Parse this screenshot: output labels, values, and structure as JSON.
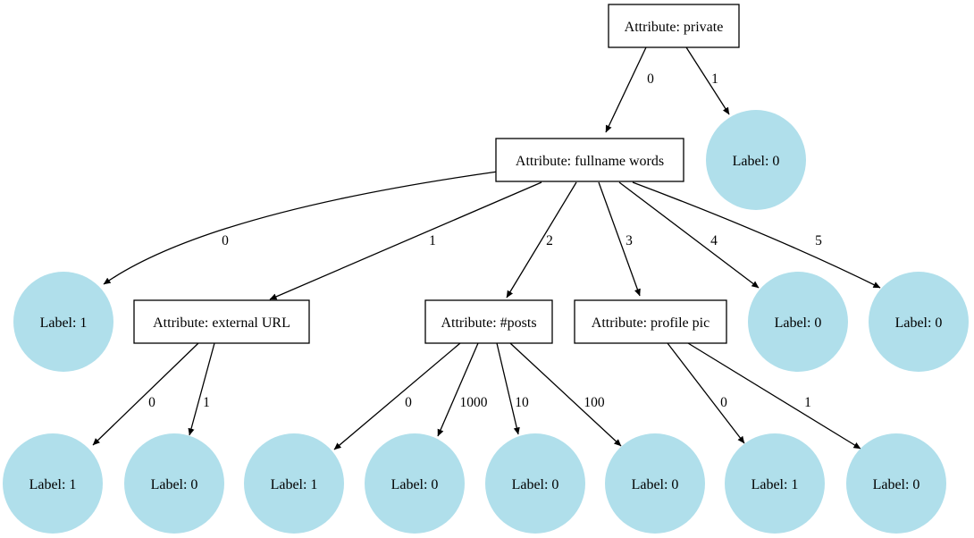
{
  "colors": {
    "leaf_fill": "#b0dfeb",
    "line": "#000000",
    "box_fill": "#ffffff"
  },
  "nodes": [
    {
      "id": "root",
      "type": "box",
      "label": "Attribute: private"
    },
    {
      "id": "root_l1",
      "type": "leaf",
      "label": "Label: 0"
    },
    {
      "id": "fullname",
      "type": "box",
      "label": "Attribute: fullname words"
    },
    {
      "id": "fn_l0",
      "type": "leaf",
      "label": "Label: 1"
    },
    {
      "id": "exturl",
      "type": "box",
      "label": "Attribute: external URL"
    },
    {
      "id": "posts",
      "type": "box",
      "label": "Attribute: #posts"
    },
    {
      "id": "profpic",
      "type": "box",
      "label": "Attribute: profile pic"
    },
    {
      "id": "fn_l4",
      "type": "leaf",
      "label": "Label: 0"
    },
    {
      "id": "fn_l5",
      "type": "leaf",
      "label": "Label: 0"
    },
    {
      "id": "eu_l0",
      "type": "leaf",
      "label": "Label: 1"
    },
    {
      "id": "eu_l1",
      "type": "leaf",
      "label": "Label: 0"
    },
    {
      "id": "po_l0",
      "type": "leaf",
      "label": "Label: 1"
    },
    {
      "id": "po_l1000",
      "type": "leaf",
      "label": "Label: 0"
    },
    {
      "id": "po_l10",
      "type": "leaf",
      "label": "Label: 0"
    },
    {
      "id": "po_l100",
      "type": "leaf",
      "label": "Label: 0"
    },
    {
      "id": "pp_l0",
      "type": "leaf",
      "label": "Label: 1"
    },
    {
      "id": "pp_l1",
      "type": "leaf",
      "label": "Label: 0"
    }
  ],
  "edges": [
    {
      "from": "root",
      "to": "fullname",
      "label": "0"
    },
    {
      "from": "root",
      "to": "root_l1",
      "label": "1"
    },
    {
      "from": "fullname",
      "to": "fn_l0",
      "label": "0"
    },
    {
      "from": "fullname",
      "to": "exturl",
      "label": "1"
    },
    {
      "from": "fullname",
      "to": "posts",
      "label": "2"
    },
    {
      "from": "fullname",
      "to": "profpic",
      "label": "3"
    },
    {
      "from": "fullname",
      "to": "fn_l4",
      "label": "4"
    },
    {
      "from": "fullname",
      "to": "fn_l5",
      "label": "5"
    },
    {
      "from": "exturl",
      "to": "eu_l0",
      "label": "0"
    },
    {
      "from": "exturl",
      "to": "eu_l1",
      "label": "1"
    },
    {
      "from": "posts",
      "to": "po_l0",
      "label": "0"
    },
    {
      "from": "posts",
      "to": "po_l1000",
      "label": "1000"
    },
    {
      "from": "posts",
      "to": "po_l10",
      "label": "10"
    },
    {
      "from": "posts",
      "to": "po_l100",
      "label": "100"
    },
    {
      "from": "profpic",
      "to": "pp_l0",
      "label": "0"
    },
    {
      "from": "profpic",
      "to": "pp_l1",
      "label": "1"
    }
  ]
}
